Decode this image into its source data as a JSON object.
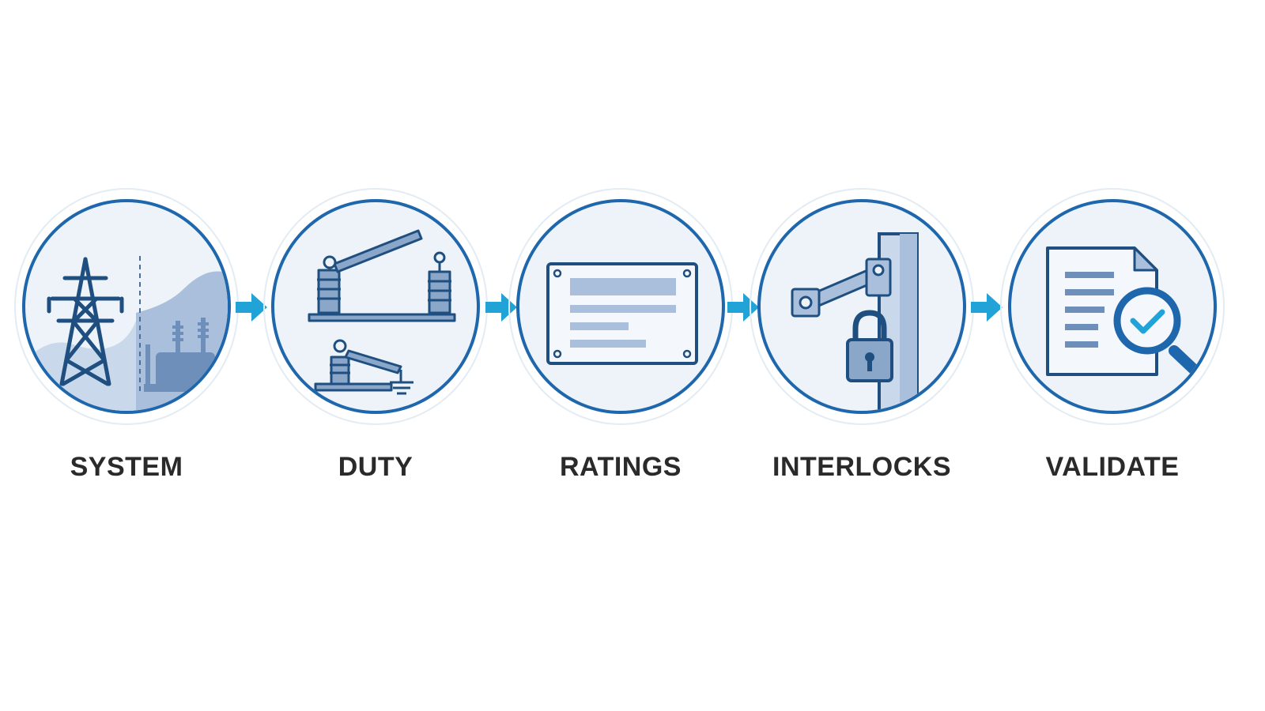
{
  "colors": {
    "ring": "#1f67ad",
    "fill": "#edf3f9",
    "arrow": "#22a3d8",
    "icon_dark": "#1f4f80",
    "icon_light": "#8aa6c8",
    "label": "#2a2a2a"
  },
  "steps": [
    {
      "label": "SYSTEM",
      "icon": "transmission-tower-icon"
    },
    {
      "label": "DUTY",
      "icon": "disconnect-switch-icon"
    },
    {
      "label": "RATINGS",
      "icon": "nameplate-icon"
    },
    {
      "label": "INTERLOCKS",
      "icon": "padlock-interlock-icon"
    },
    {
      "label": "VALIDATE",
      "icon": "document-check-icon"
    }
  ],
  "connector_icon": "right-arrow-icon"
}
